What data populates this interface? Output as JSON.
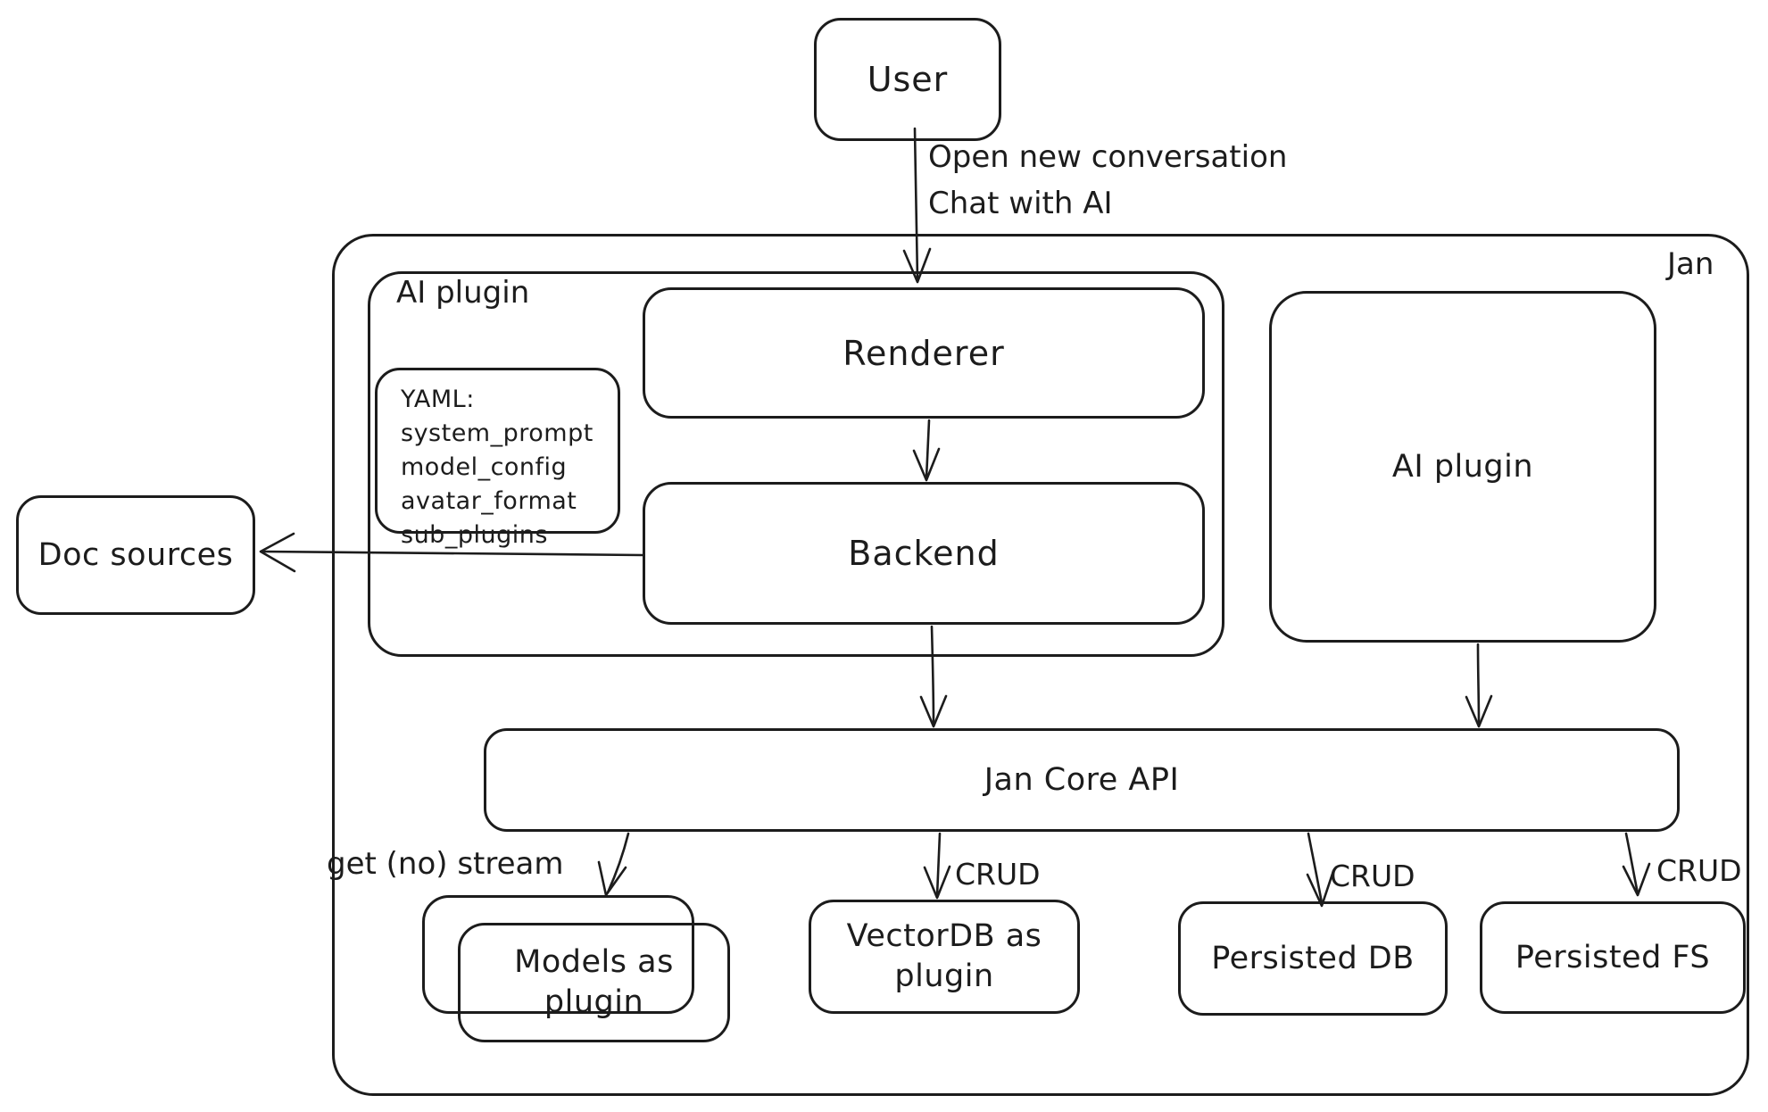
{
  "colors": {
    "ink": "#1c1c1c",
    "background": "#ffffff"
  },
  "nodes": {
    "user": {
      "label": "User"
    },
    "jan": {
      "label": "Jan"
    },
    "ai_plugin_left": {
      "label": "AI plugin"
    },
    "renderer": {
      "label": "Renderer"
    },
    "backend": {
      "label": "Backend"
    },
    "yaml_note": {
      "lines": [
        "YAML:",
        "system_prompt",
        "model_config",
        "avatar_format",
        "sub_plugins"
      ]
    },
    "ai_plugin_right": {
      "label": "AI plugin"
    },
    "doc_sources": {
      "label": "Doc sources"
    },
    "jan_core_api": {
      "label": "Jan Core API"
    },
    "models_plugin": {
      "label": "Models as plugin"
    },
    "vectordb_plugin": {
      "label": "VectorDB as plugin"
    },
    "persisted_db": {
      "label": "Persisted DB"
    },
    "persisted_fs": {
      "label": "Persisted FS"
    }
  },
  "edges": {
    "user_to_renderer": {
      "line1": "Open new conversation",
      "line2": "Chat with AI"
    },
    "jan_core_to_models": {
      "label": "get (no) stream"
    },
    "jan_core_to_vectordb": {
      "label": "CRUD"
    },
    "jan_core_to_persisted_db": {
      "label": "CRUD"
    },
    "jan_core_to_persisted_fs": {
      "label": "CRUD"
    }
  }
}
